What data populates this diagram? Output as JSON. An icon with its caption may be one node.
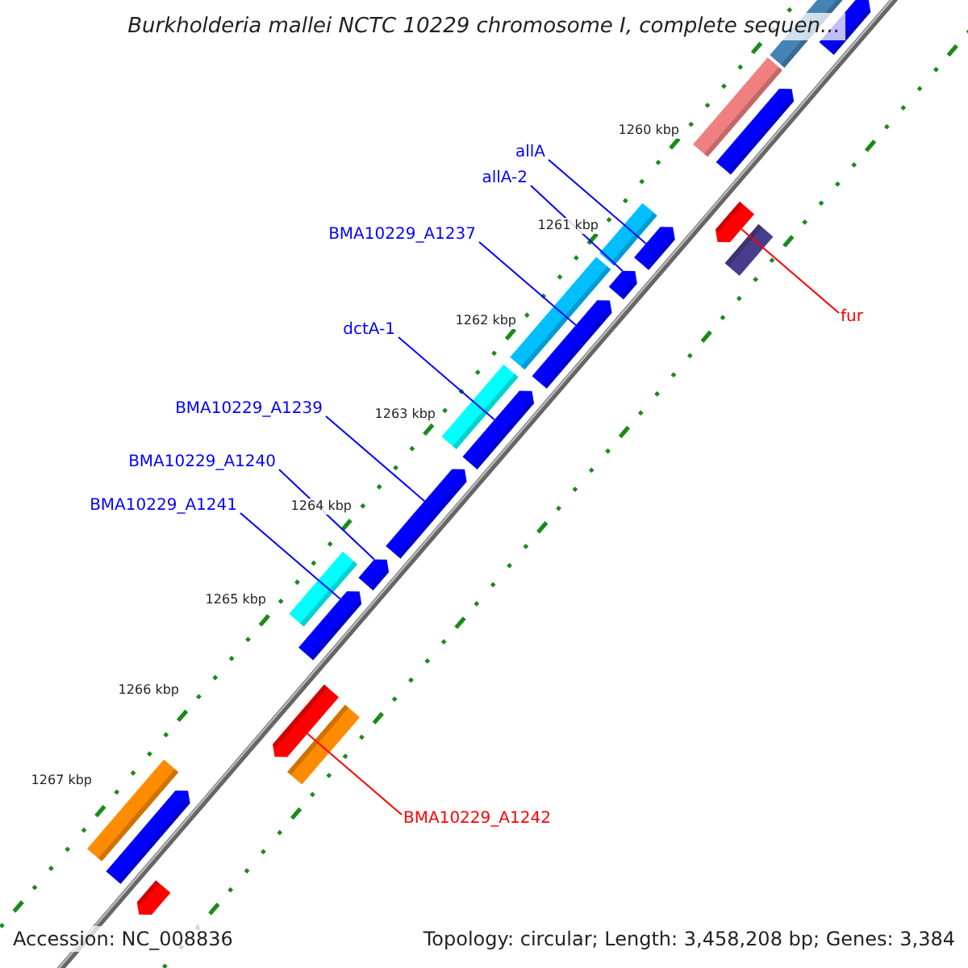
{
  "diagram": {
    "title": "Burkholderia mallei NCTC 10229 chromosome I, complete sequen...",
    "nodes": [
      {
        "text": [
          "allA"
        ]
      },
      {
        "text": [
          "allA-2"
        ]
      },
      {
        "text": [
          "BMA10229_A1237"
        ]
      },
      {
        "text": [
          "dctA-1"
        ]
      },
      {
        "text": [
          "BMA10229_A1239"
        ]
      },
      {
        "text": [
          "BMA10229_A1240"
        ]
      },
      {
        "text": [
          "BMA10229_A1241"
        ]
      },
      {
        "text": [
          "fur"
        ]
      },
      {
        "text": [
          "BMA10229_A1242"
        ]
      },
      {
        "text": [],
        "shape": "bar"
      },
      {
        "text": [],
        "shape": "bar"
      },
      {
        "text": [],
        "shape": "bar"
      },
      {
        "text": [],
        "shape": "bar"
      },
      {
        "text": [],
        "shape": "bar"
      },
      {
        "text": [],
        "shape": "bar"
      },
      {
        "text": [],
        "shape": "bar"
      },
      {
        "text": [],
        "shape": "bar"
      },
      {
        "text": [],
        "shape": "bar"
      },
      {
        "text": [],
        "shape": "bar"
      },
      {
        "text": [],
        "shape": "bar"
      },
      {
        "text": [],
        "shape": "bar"
      },
      {
        "text": [],
        "shape": "bar"
      },
      {
        "text": [],
        "shape": "bar"
      },
      {
        "text": [],
        "shape": "bar"
      },
      {
        "text": [],
        "shape": "bar"
      },
      {
        "text": [],
        "shape": "bar"
      },
      {
        "text": [],
        "shape": "bar"
      },
      {
        "text": [],
        "shape": "bar"
      },
      {
        "text": [],
        "shape": "bar"
      },
      {
        "text": [],
        "shape": "bar"
      },
      {
        "text": [],
        "shape": "bar"
      }
    ],
    "edges": [
      {
        "from": 0,
        "to": 16,
        "arrow": "none"
      },
      {
        "from": 1,
        "to": 17,
        "arrow": "none"
      },
      {
        "from": 2,
        "to": 19,
        "arrow": "none"
      },
      {
        "from": 3,
        "to": 21,
        "arrow": "none"
      },
      {
        "from": 4,
        "to": 22,
        "arrow": "none"
      },
      {
        "from": 5,
        "to": 23,
        "arrow": "none"
      },
      {
        "from": 6,
        "to": 25,
        "arrow": "none"
      },
      {
        "from": 7,
        "to": 13,
        "arrow": "none",
        "color": "#ff0000"
      },
      {
        "from": 8,
        "to": 26,
        "arrow": "none",
        "color": "#ff0000"
      }
    ],
    "labels": [
      "1260 kbp",
      "1261 kbp",
      "1262 kbp",
      "1263 kbp",
      "1264 kbp",
      "1265 kbp",
      "1266 kbp",
      "1267 kbp",
      "Accession: NC_008836",
      "Topology: circular; Length: 3,458,208 bp; Genes: 3,384"
    ]
  }
}
